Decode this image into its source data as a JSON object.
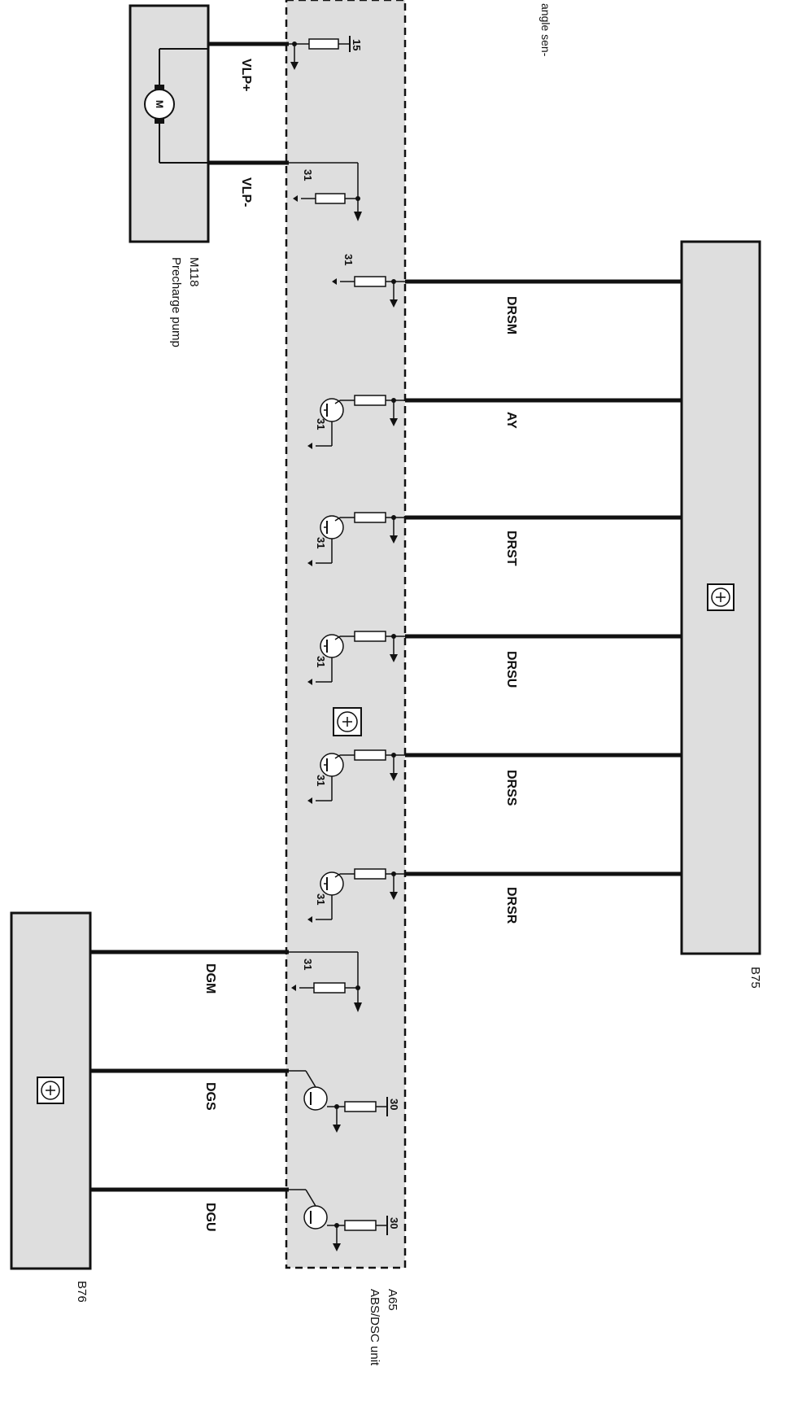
{
  "top_note": "angle sen-",
  "components": {
    "m118": {
      "id": "M118",
      "name": "Precharge pump",
      "symbol": "M"
    },
    "a65": {
      "id": "A65",
      "name": "ABS/DSC unit"
    },
    "b75": {
      "id": "B75"
    },
    "b76": {
      "id": "B76"
    }
  },
  "pump_wires": [
    "VLP+",
    "VLP-"
  ],
  "b75_wires": [
    "DRSM",
    "AY",
    "DRST",
    "DRSU",
    "DRSS",
    "DRSR"
  ],
  "b76_wires": [
    "DGM",
    "DGS",
    "DGU"
  ],
  "terminals": {
    "t15": "15",
    "t31": "31",
    "t30": "30"
  }
}
